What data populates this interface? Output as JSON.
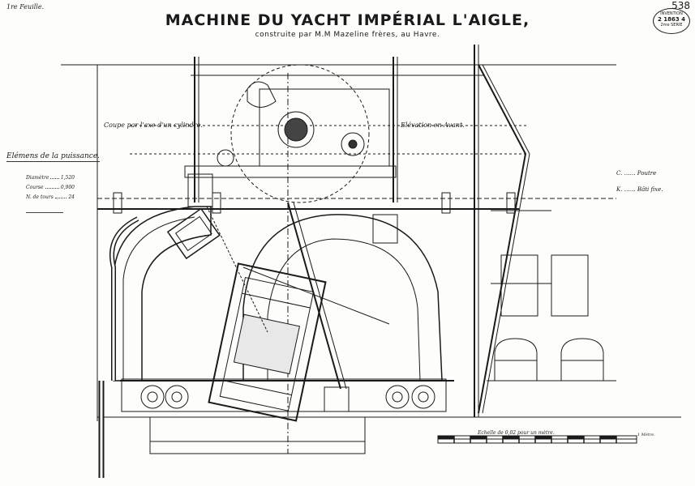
{
  "sheet_label": "1re Feuille.",
  "title": "MACHINE DU YACHT IMPÉRIAL L'AIGLE,",
  "subtitle": "construite par M.M Mazeline frères, au Havre.",
  "plate_number": "538",
  "stamp": {
    "line1": "INVENTION",
    "line2": "2  1863  4",
    "line3": "2me SERIE"
  },
  "captions": {
    "left_view": "Coupe par l'axe d'un cylindre.",
    "right_view": "Elévation en Avant."
  },
  "power_elements": {
    "title": "Elémens de la puissance.",
    "rows": [
      {
        "label": "Diamètre",
        "value": "1,520"
      },
      {
        "label": "Course",
        "value": "0,900"
      },
      {
        "label": "N. de tours",
        "value": "24"
      }
    ]
  },
  "legend": [
    {
      "label": "C.",
      "text": "Poutre"
    },
    {
      "label": "K.",
      "text": "Bâti fixe."
    }
  ],
  "scale": {
    "label": "Echelle de 0,02 pour un mètre.",
    "unit": "1 Mètre."
  },
  "colors": {
    "ink": "#1a1a1a",
    "paper": "#fdfdfb",
    "hatch": "#555555"
  }
}
